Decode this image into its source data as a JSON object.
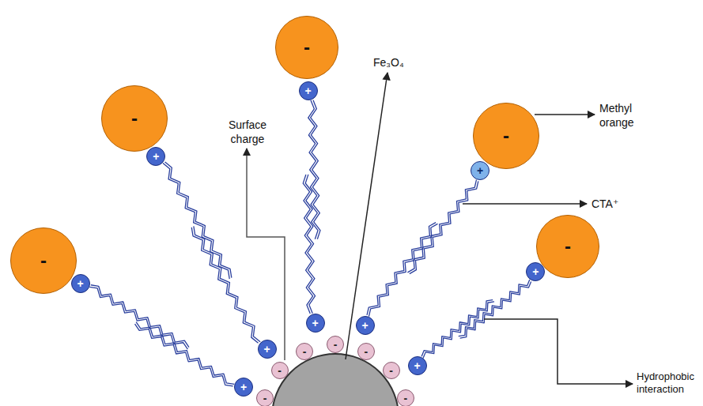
{
  "diagram": {
    "nodes": [
      {
        "text": [
          "-"
        ]
      },
      {
        "text": [
          "+"
        ]
      },
      {
        "text": [
          "+"
        ]
      },
      {
        "text": [
          "-"
        ]
      },
      {
        "text": [
          "+"
        ]
      },
      {
        "text": [
          "+"
        ]
      },
      {
        "text": [
          "-"
        ]
      },
      {
        "text": [
          "+"
        ]
      },
      {
        "text": [
          "+"
        ]
      },
      {
        "text": [
          "-"
        ]
      },
      {
        "text": [
          "+"
        ]
      },
      {
        "text": [
          "+"
        ]
      },
      {
        "text": [
          "-"
        ]
      },
      {
        "text": [
          "+"
        ]
      },
      {
        "text": [
          "+"
        ]
      },
      {
        "text": [
          "-"
        ]
      },
      {
        "text": [
          "-"
        ]
      },
      {
        "text": [
          "-"
        ]
      },
      {
        "text": [
          "-"
        ]
      },
      {
        "text": [
          "-"
        ]
      },
      {
        "text": [
          "-"
        ]
      },
      {
        "text": [
          "-"
        ]
      }
    ],
    "labels": [
      "Surface charge",
      "Fe₃O₄",
      "Methyl orange",
      "CTA⁺",
      "Hydrophobic interaction"
    ]
  }
}
